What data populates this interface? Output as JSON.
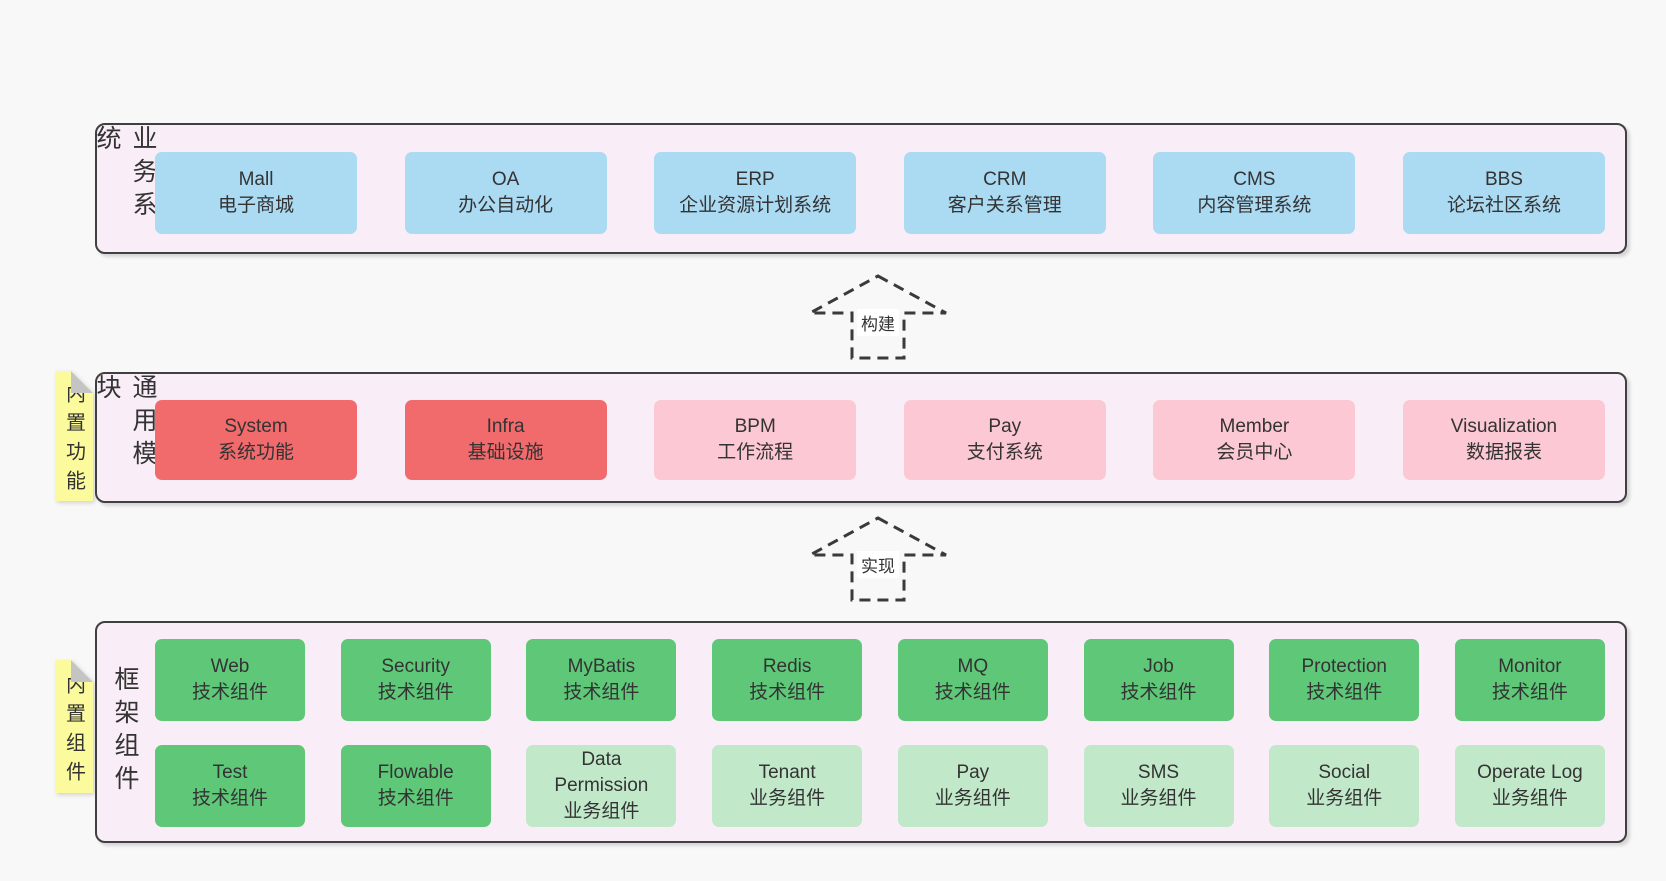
{
  "colors": {
    "page_bg": "#f8f8f8",
    "panel_bg": "#f9edf7",
    "panel_border": "#404040",
    "box_blue": "#abdaf3",
    "box_red": "#f16a6c",
    "box_pink": "#fbc8d3",
    "box_green": "#5ec878",
    "box_green_light": "#c2e8ca",
    "note_bg": "#fbfb9d",
    "note_fold": "#c4c4c4",
    "text": "#333333",
    "arrow": "#3a3a3a"
  },
  "arrows": {
    "build": "构建",
    "implement": "实现"
  },
  "sections": {
    "business": {
      "label": "业务系统",
      "boxes": [
        {
          "name": "Mall",
          "desc": "电子商城"
        },
        {
          "name": "OA",
          "desc": "办公自动化"
        },
        {
          "name": "ERP",
          "desc": "企业资源计划系统"
        },
        {
          "name": "CRM",
          "desc": "客户关系管理"
        },
        {
          "name": "CMS",
          "desc": "内容管理系统"
        },
        {
          "name": "BBS",
          "desc": "论坛社区系统"
        }
      ]
    },
    "modules": {
      "label": "通用模块",
      "note": "内置功能",
      "boxes": [
        {
          "name": "System",
          "desc": "系统功能"
        },
        {
          "name": "Infra",
          "desc": "基础设施"
        },
        {
          "name": "BPM",
          "desc": "工作流程"
        },
        {
          "name": "Pay",
          "desc": "支付系统"
        },
        {
          "name": "Member",
          "desc": "会员中心"
        },
        {
          "name": "Visualization",
          "desc": "数据报表"
        }
      ]
    },
    "components": {
      "label": "框架组件",
      "note": "内置组件",
      "row1": [
        {
          "name": "Web",
          "desc": "技术组件"
        },
        {
          "name": "Security",
          "desc": "技术组件"
        },
        {
          "name": "MyBatis",
          "desc": "技术组件"
        },
        {
          "name": "Redis",
          "desc": "技术组件"
        },
        {
          "name": "MQ",
          "desc": "技术组件"
        },
        {
          "name": "Job",
          "desc": "技术组件"
        },
        {
          "name": "Protection",
          "desc": "技术组件"
        },
        {
          "name": "Monitor",
          "desc": "技术组件"
        }
      ],
      "row2": [
        {
          "name": "Test",
          "desc": "技术组件"
        },
        {
          "name": "Flowable",
          "desc": "技术组件"
        },
        {
          "name": "Data Permission",
          "desc": "业务组件"
        },
        {
          "name": "Tenant",
          "desc": "业务组件"
        },
        {
          "name": "Pay",
          "desc": "业务组件"
        },
        {
          "name": "SMS",
          "desc": "业务组件"
        },
        {
          "name": "Social",
          "desc": "业务组件"
        },
        {
          "name": "Operate Log",
          "desc": "业务组件"
        }
      ]
    }
  }
}
